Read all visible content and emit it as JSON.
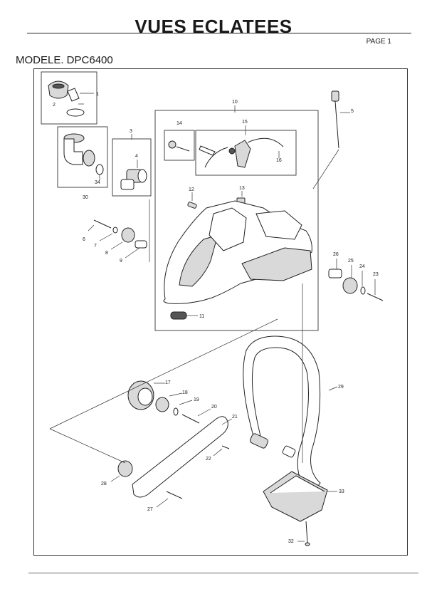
{
  "header": {
    "title": "VUES ECLATEES",
    "page_label": "PAGE 1"
  },
  "model": {
    "label": "MODELE. DPC6400"
  },
  "diagram": {
    "callouts": {
      "c1": "1",
      "c2": "2",
      "c3": "3",
      "c4": "4",
      "c5": "5",
      "c6": "6",
      "c7": "7",
      "c8": "8",
      "c9": "9",
      "c10": "10",
      "c11": "11",
      "c12": "12",
      "c13": "13",
      "c14": "14",
      "c15": "15",
      "c16": "16",
      "c17": "17",
      "c18": "18",
      "c19": "19",
      "c20": "20",
      "c21": "21",
      "c22": "22",
      "c23": "23",
      "c24": "24",
      "c25": "25",
      "c26": "26",
      "c27": "27",
      "c28": "28",
      "c29": "29",
      "c30": "30",
      "c32": "32",
      "c33": "33",
      "c34": "34"
    }
  }
}
